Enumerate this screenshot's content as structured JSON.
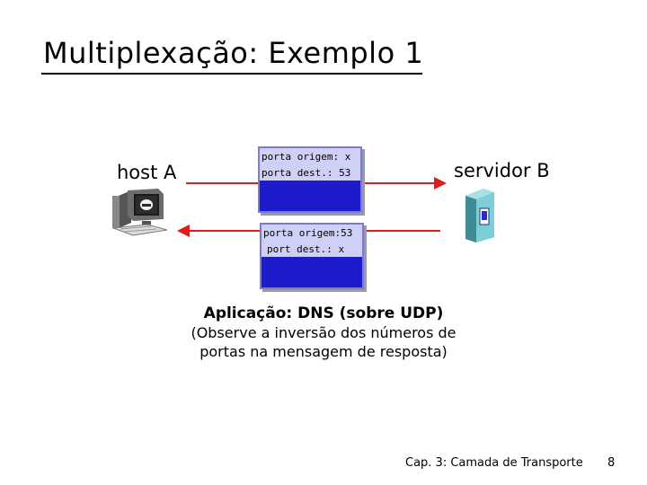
{
  "title": "Multiplexação: Exemplo 1",
  "host_label": "host A",
  "server_label": "servidor B",
  "segment_request": {
    "source_port": "porta origem: x",
    "dest_port": "porta dest.: 53"
  },
  "segment_reply": {
    "source_port": "porta origem:53",
    "dest_port": "port dest.: x"
  },
  "caption": {
    "main": "Aplicação: DNS (sobre UDP)",
    "line1": "(Observe a inversão dos números de",
    "line2": "portas na mensagem de resposta)"
  },
  "footer": {
    "chapter": "Cap. 3: Camada de Transporte",
    "page": "8"
  },
  "colors": {
    "arrow": "#e01b1b",
    "segment_body": "#1c1ccc",
    "segment_header": "#cfd0f5",
    "server": "#7ccfd6"
  },
  "icons": [
    "desktop-computer-icon",
    "server-tower-icon"
  ]
}
